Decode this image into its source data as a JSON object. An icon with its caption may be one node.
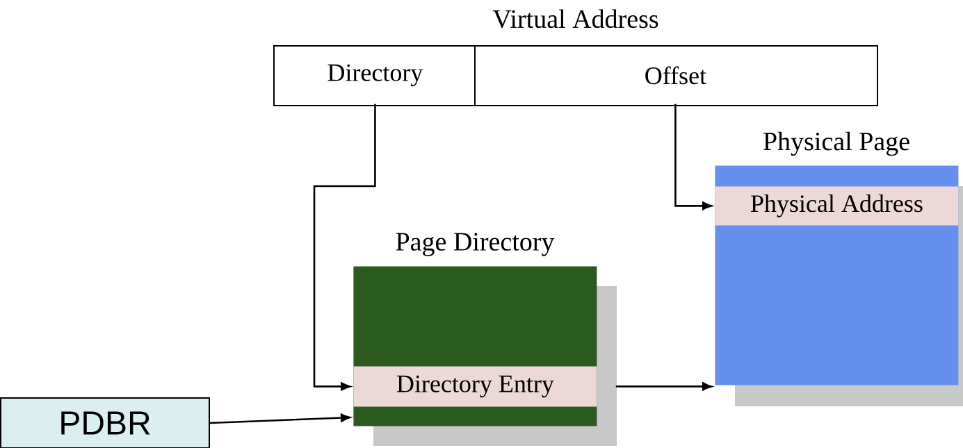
{
  "diagram": {
    "nodes": [
      {
        "text": [
          "Virtual Address"
        ]
      },
      {
        "text": [
          "Directory"
        ],
        "in": 0
      },
      {
        "text": [
          "Offset"
        ],
        "in": 0
      },
      {
        "text": [
          "Page Directory"
        ]
      },
      {
        "text": [
          "Directory Entry"
        ],
        "in": 3
      },
      {
        "text": [
          "Physical Page"
        ]
      },
      {
        "text": [
          "Physical Address"
        ],
        "in": 5
      },
      {
        "text": [
          "PDBR"
        ]
      }
    ],
    "edges": [
      {
        "from": 1,
        "to": 4,
        "arrow": "to"
      },
      {
        "from": 2,
        "to": 6,
        "arrow": "to"
      },
      {
        "from": 4,
        "to": 5,
        "arrow": "to"
      },
      {
        "from": 7,
        "to": 3,
        "arrow": "to"
      }
    ]
  }
}
